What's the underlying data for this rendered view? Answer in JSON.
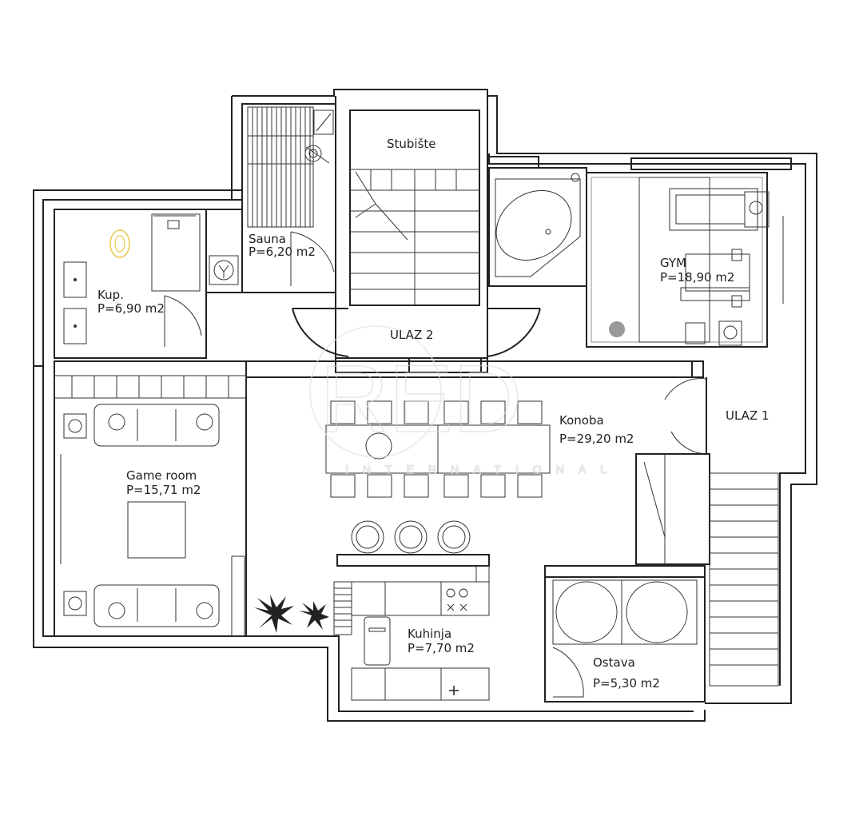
{
  "rooms": {
    "stubiste": {
      "name": "Stubište"
    },
    "sauna": {
      "name": "Sauna",
      "area": "P=6,20 m2"
    },
    "kup": {
      "name": "Kup.",
      "area": "P=6,90 m2"
    },
    "gym": {
      "name": "GYM",
      "area": "P=18,90 m2"
    },
    "ulaz2": {
      "name": "ULAZ 2"
    },
    "ulaz1": {
      "name": "ULAZ 1"
    },
    "konoba": {
      "name": "Konoba",
      "area": "P=29,20 m2"
    },
    "game_room": {
      "name": "Game room",
      "area": "P=15,71 m2"
    },
    "kuhinja": {
      "name": "Kuhinja",
      "area": "P=7,70 m2"
    },
    "ostava": {
      "name": "Ostava",
      "area": "P=5,30 m2"
    }
  },
  "watermark": {
    "logo": "RED",
    "subtitle": "INTERNATIONAL"
  },
  "colors": {
    "wall": "#222222",
    "toilet_highlight": "#e6c84a",
    "grid": "#d6d6d6"
  }
}
